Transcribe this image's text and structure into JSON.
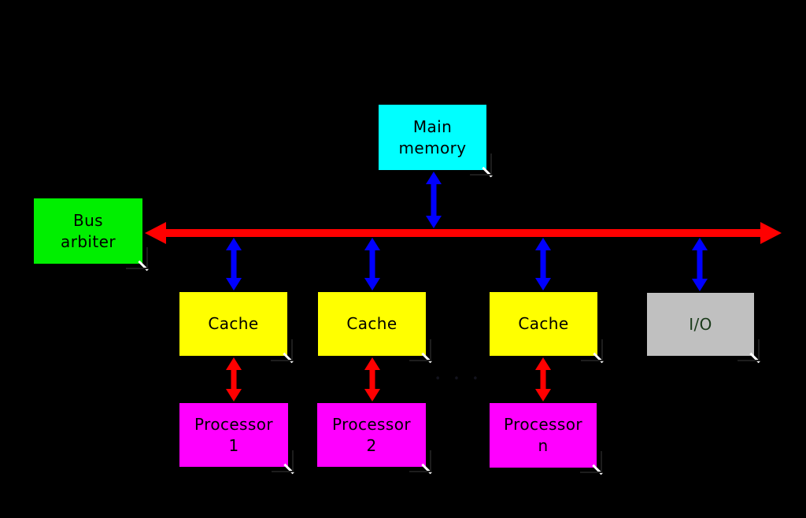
{
  "diagram": {
    "boxes": {
      "main_memory": {
        "line1": "Main",
        "line2": "memory",
        "fill": "#00ffff",
        "text_color": "#000000"
      },
      "bus_arbiter": {
        "line1": "Bus",
        "line2": "arbiter",
        "fill": "#00ef00",
        "text_color": "#000000"
      },
      "cache_1": {
        "line1": "Cache",
        "fill": "#ffff00",
        "text_color": "#000000"
      },
      "cache_2": {
        "line1": "Cache",
        "fill": "#ffff00",
        "text_color": "#000000"
      },
      "cache_3": {
        "line1": "Cache",
        "fill": "#ffff00",
        "text_color": "#000000"
      },
      "io": {
        "line1": "I/O",
        "fill": "#c0c0c0",
        "text_color": "#1a3a1a"
      },
      "processor_1": {
        "line1": "Processor",
        "line2": "1",
        "fill": "#ff00ff",
        "text_color": "#000000"
      },
      "processor_2": {
        "line1": "Processor",
        "line2": "2",
        "fill": "#ff00ff",
        "text_color": "#000000"
      },
      "processor_n": {
        "line1": "Processor",
        "line2": "n",
        "fill": "#ff00ff",
        "text_color": "#000000"
      }
    },
    "ellipsis": "• • •",
    "colors": {
      "background": "#000000",
      "bus": "#ff0000",
      "bus_device_arrows": "#0000ff",
      "cache_processor_arrows": "#ff0000",
      "corner_highlight": "#ffffff"
    }
  }
}
